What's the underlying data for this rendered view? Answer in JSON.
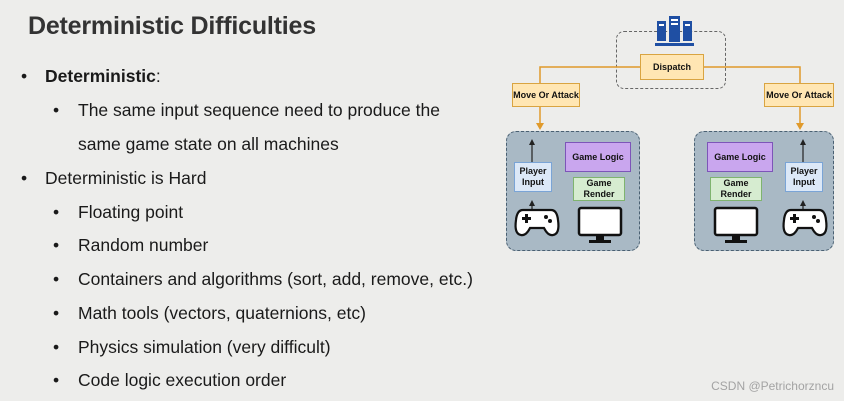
{
  "title": "Deterministic Difficulties",
  "bullets": {
    "deterministic_label": "Deterministic",
    "deterministic_colon": ":",
    "sub1_line1": "The same input sequence need to produce the",
    "sub1_line2": "same game state on all machines",
    "hard": "Deterministic is Hard",
    "items": [
      "Floating point",
      "Random number",
      "Containers and algorithms (sort, add, remove, etc.)",
      "Math tools (vectors, quaternions, etc)",
      "Physics simulation (very difficult)",
      "Code logic execution order"
    ],
    "dot": "•"
  },
  "diagram": {
    "dispatch": "Dispatch",
    "move_left": "Move Or Attack",
    "move_right": "Move Or Attack",
    "left": {
      "player_input": "Player Input",
      "game_logic": "Game Logic",
      "game_render": "Game Render"
    },
    "right": {
      "player_input": "Player Input",
      "game_logic": "Game Logic",
      "game_render": "Game Render"
    }
  },
  "watermark": "CSDN @Petrichorzncu",
  "colors": {
    "orange_box": "#ffe6b3",
    "purple_box": "#c9a6ee",
    "green_box": "#d6ecd0",
    "blue_box": "#dce8f7",
    "machine_bg": "#a9b9c5",
    "server": "#1f4fa3"
  }
}
